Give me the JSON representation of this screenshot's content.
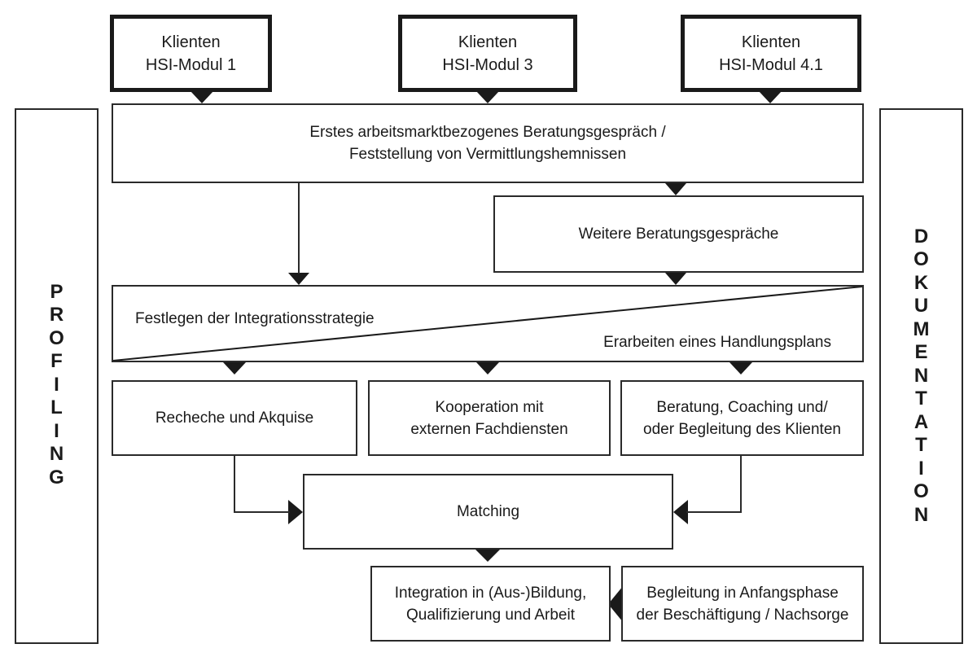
{
  "clients": [
    {
      "title": "Klienten",
      "module": "HSI-Modul 1"
    },
    {
      "title": "Klienten",
      "module": "HSI-Modul 3"
    },
    {
      "title": "Klienten",
      "module": "HSI-Modul 4.1"
    }
  ],
  "side_left": {
    "label": "PROFILING",
    "letters": [
      "P",
      "R",
      "O",
      "F",
      "I",
      "L",
      "I",
      "N",
      "G"
    ]
  },
  "side_right": {
    "label": "DOKUMENTATION",
    "letters": [
      "D",
      "O",
      "K",
      "U",
      "M",
      "E",
      "N",
      "T",
      "A",
      "T",
      "I",
      "O",
      "N"
    ]
  },
  "steps": {
    "first_consultation": "Erstes arbeitsmarktbezogenes Beratungsgespräch /\nFeststellung von Vermittlungshemnissen",
    "further_consultations": "Weitere Beratungsgespräche",
    "strategy": "Festlegen der Integrationsstrategie",
    "action_plan": "Erarbeiten eines Handlungsplans",
    "research": "Recheche und Akquise",
    "cooperation": "Kooperation mit\nexternen Fachdiensten",
    "coaching": "Beratung, Coaching und/\noder Begleitung des Klienten",
    "matching": "Matching",
    "integration": "Integration in (Aus-)Bildung,\nQualifizierung und Arbeit",
    "aftercare": "Begleitung in Anfangsphase\nder Beschäftigung / Nachsorge"
  }
}
